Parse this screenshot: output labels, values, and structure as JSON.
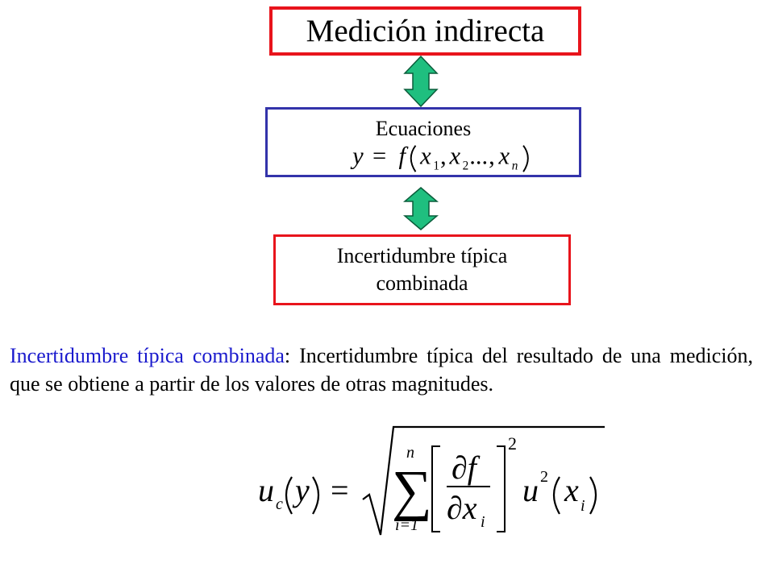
{
  "diagram": {
    "title": "Medición indirecta",
    "equations_label": "Ecuaciones",
    "equation": {
      "lhs": "y",
      "eq": "=",
      "func": "f",
      "x1_base": "x",
      "x1_sub": "1",
      "x2_base": "x",
      "x2_sub": "2",
      "ellipsis": "...",
      "xn_base": "x",
      "xn_sub": "n",
      "comma": ","
    },
    "result_line1": "Incertidumbre típica",
    "result_line2": "combinada",
    "colors": {
      "red_border": "#e8141c",
      "blue_border": "#3333aa",
      "arrow_fill": "#1fbf7f",
      "term_color": "#1a1acd"
    },
    "arrow_icon": "double-vertical-arrow"
  },
  "definition": {
    "term": "Incertidumbre típica combinada",
    "colon": ":",
    "text": " Incertidumbre típica del resultado de una medición, que se obtiene a partir de los valores de otras magnitudes."
  },
  "formula": {
    "u": "u",
    "u_sub": "c",
    "y": "y",
    "eq": "=",
    "sum_upper": "n",
    "sum_lower": "i=1",
    "partial_num": "∂f",
    "partial_den_d": "∂x",
    "partial_den_sub": "i",
    "bracket_exp": "2",
    "u2": "u",
    "u2_exp": "2",
    "xi": "x",
    "xi_sub": "i"
  }
}
